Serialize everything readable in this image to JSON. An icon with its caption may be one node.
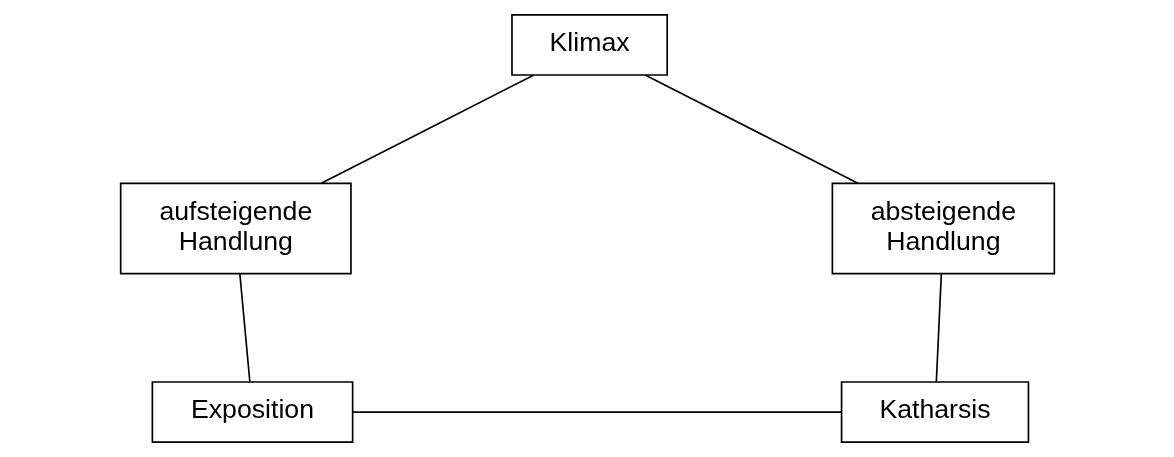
{
  "diagram": {
    "nodes": [
      {
        "text": [
          "Klimax"
        ]
      },
      {
        "text": [
          "aufsteigende Handlung"
        ]
      },
      {
        "text": [
          "absteigende Handlung"
        ]
      },
      {
        "text": [
          "Exposition"
        ]
      },
      {
        "text": [
          "Katharsis"
        ]
      }
    ],
    "edges": [
      {
        "from": 0,
        "to": 1,
        "arrow": "none"
      },
      {
        "from": 0,
        "to": 2,
        "arrow": "none"
      },
      {
        "from": 1,
        "to": 3,
        "arrow": "none"
      },
      {
        "from": 2,
        "to": 4,
        "arrow": "none"
      },
      {
        "from": 3,
        "to": 4,
        "arrow": "none"
      }
    ]
  }
}
